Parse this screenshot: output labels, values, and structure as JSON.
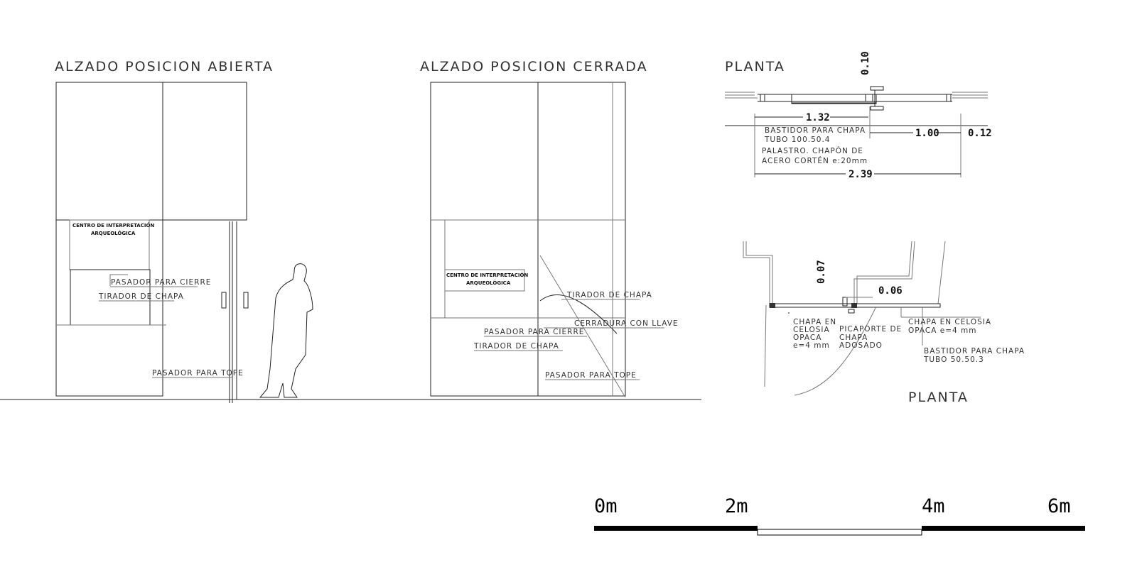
{
  "titles": {
    "open_elevation": "ALZADO POSICION ABIERTA",
    "closed_elevation": "ALZADO POSICION CERRADA",
    "plan_top": "PLANTA",
    "plan_bottom": "PLANTA"
  },
  "open_elevation": {
    "sign_line1": "CENTRO DE INTERPRETACIÓN",
    "sign_line2": "ARQUEOLÓGICA",
    "labels": [
      "PASADOR PARA CIERRE",
      "TIRADOR DE CHAPA",
      "PASADOR PARA TOPE"
    ]
  },
  "closed_elevation": {
    "sign_line1": "CENTRO DE INTERPRETACIÓN",
    "sign_line2": "ARQUEOLÓGICA",
    "labels": [
      "TIRADOR DE CHAPA",
      "CERRADURA CON LLAVE",
      "PASADOR PARA CIERRE",
      "TIRADOR DE CHAPA",
      "PASADOR PARA TOPE"
    ]
  },
  "plan_top": {
    "dims": [
      "0.10",
      "1.32",
      "1.00",
      "0.12",
      "2.39"
    ],
    "note1": [
      "BASTIDOR PARA CHAPA",
      "TUBO 100.50.4"
    ],
    "note2": [
      "PALASTRO. CHAPÓN DE",
      "ACERO CORTÉN e:20mm"
    ]
  },
  "plan_bottom": {
    "dims": [
      "0.07",
      "0.06"
    ],
    "note1": [
      "CHAPA EN",
      "CELOSIA",
      "OPACA",
      "e=4 mm"
    ],
    "note2": [
      "PICAPORTE DE",
      "CHAPA",
      "ADOSADO"
    ],
    "note3": [
      "CHAPA EN CELOSIA",
      "OPACA e=4 mm"
    ],
    "note4": [
      "BASTIDOR PARA CHAPA",
      "TUBO 50.50.3"
    ]
  },
  "scale_bar": {
    "labels": [
      "0m",
      "2m",
      "4m",
      "6m"
    ]
  }
}
